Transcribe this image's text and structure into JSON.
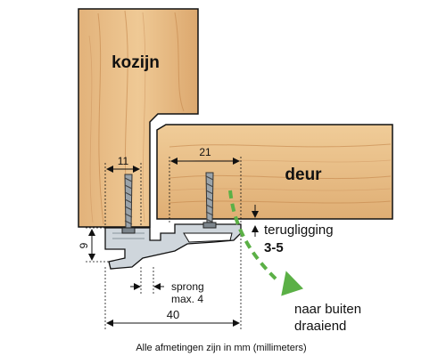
{
  "labels": {
    "frame": "kozijn",
    "door": "deur",
    "frame_width": "11",
    "door_width": "21",
    "height": "9",
    "recess_line1": "terugligging",
    "recess_line2": "3-5",
    "jump_line1": "sprong",
    "jump_line2": "max. 4",
    "total_width": "40",
    "opening_line1": "naar buiten",
    "opening_line2": "draaiend",
    "caption": "Alle afmetingen zijn in mm (millimeters)"
  },
  "colors": {
    "wood": "#e8bd86",
    "wood_dark": "#d39a5e",
    "profile": "#cfd6dc",
    "arrow": "#5bb046"
  }
}
